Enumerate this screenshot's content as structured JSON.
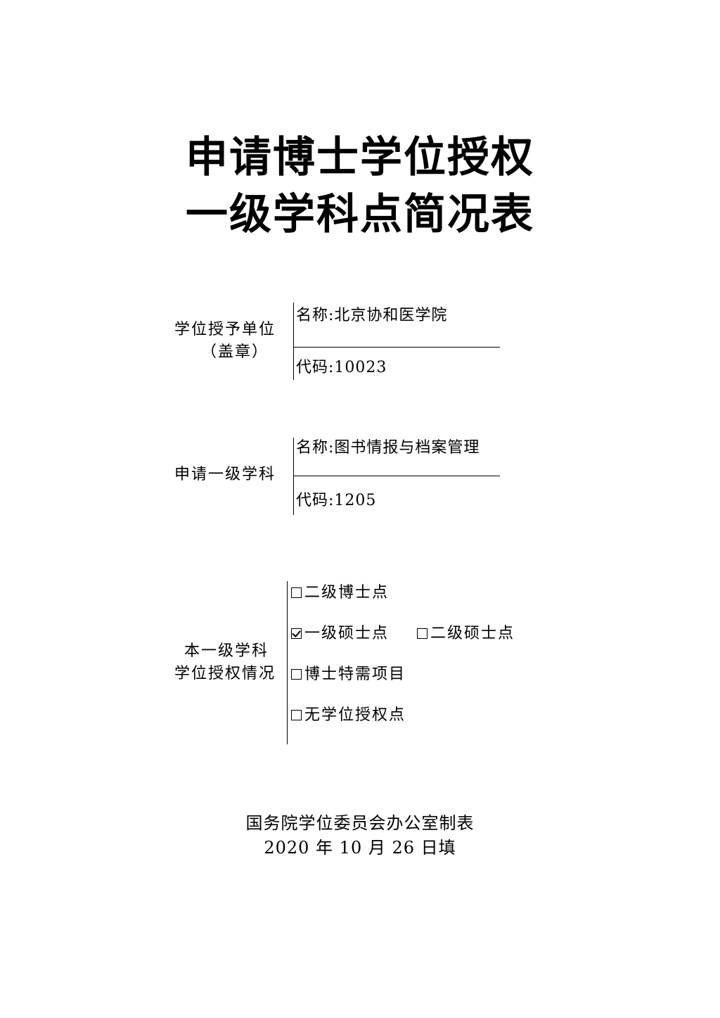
{
  "title": {
    "line1": "申请博士学位授权",
    "line2": "一级学科点简况表"
  },
  "unit": {
    "label_line1": "学位授予单位",
    "label_line2": "（盖章）",
    "name": "名称:北京协和医学院",
    "code": "代码:10023"
  },
  "discipline": {
    "label": "申请一级学科",
    "name": "名称:图书情报与档案管理",
    "code": "代码:1205"
  },
  "status": {
    "label_line1": "本一级学科",
    "label_line2": "学位授权情况",
    "options": [
      {
        "label": "二级博士点",
        "checked": false
      },
      {
        "label": "一级硕士点",
        "checked": true
      },
      {
        "label": "二级硕士点",
        "checked": false
      },
      {
        "label": "博士特需项目",
        "checked": false
      },
      {
        "label": "无学位授权点",
        "checked": false
      }
    ]
  },
  "footer": {
    "line1": "国务院学位委员会办公室制表",
    "line2": "2020 年 10 月 26 日填"
  }
}
